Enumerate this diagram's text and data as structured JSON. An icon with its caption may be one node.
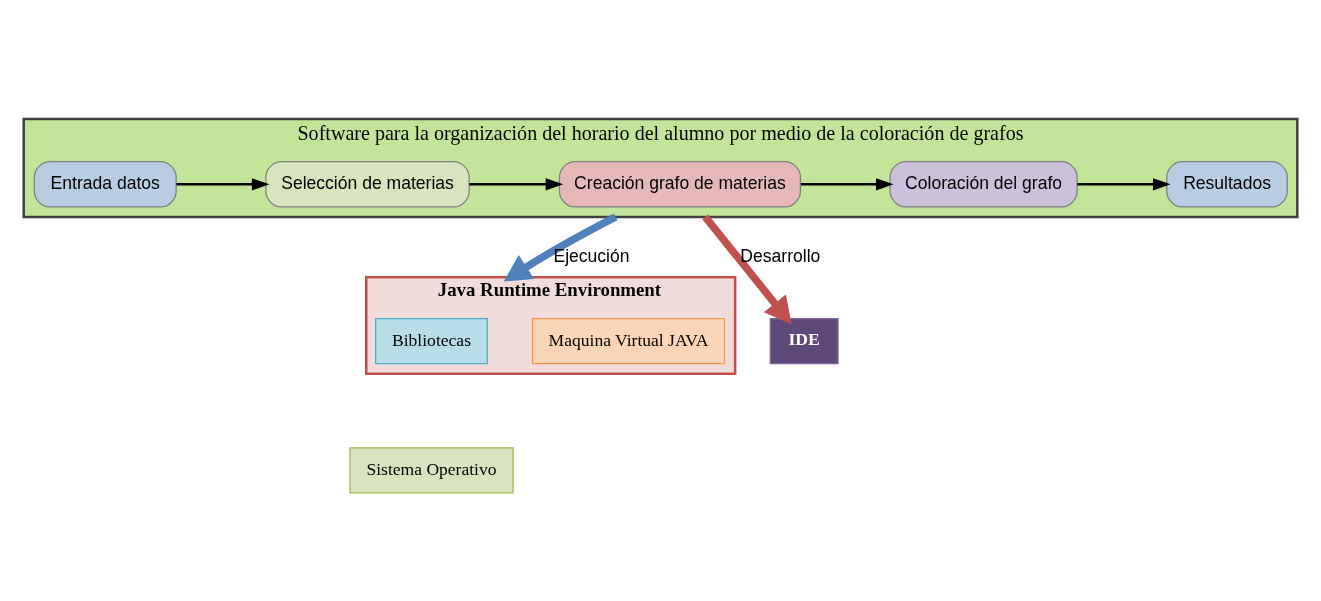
{
  "diagram": {
    "nodes": [
      {
        "text": [
          "Software para la organización del horario del alumno por medio de la coloración de grafos"
        ]
      },
      {
        "text": [
          "Entrada datos"
        ],
        "in": 0
      },
      {
        "text": [
          "Selección de materias"
        ],
        "in": 0
      },
      {
        "text": [
          "Creación grafo de materias"
        ],
        "in": 0
      },
      {
        "text": [
          "Coloración del grafo"
        ],
        "in": 0
      },
      {
        "text": [
          "Resultados"
        ],
        "in": 0
      },
      {
        "text": [
          "Java Runtime Environment"
        ]
      },
      {
        "text": [
          "Maquina Virtual JAVA"
        ],
        "in": 6
      },
      {
        "text": [
          "Bibliotecas"
        ],
        "in": 6
      },
      {
        "text": [
          "IDE"
        ]
      },
      {
        "text": [
          "Sistema Operativo"
        ]
      }
    ],
    "edges": [
      {
        "from": 1,
        "to": 2,
        "arrow": "to"
      },
      {
        "from": 2,
        "to": 3,
        "arrow": "to"
      },
      {
        "from": 3,
        "to": 4,
        "arrow": "to"
      },
      {
        "from": 4,
        "to": 5,
        "arrow": "to"
      },
      {
        "from": 0,
        "to": 6,
        "arrow": "to",
        "label": "Ejecución",
        "style": "thick",
        "color": "#4f81bd"
      },
      {
        "from": 0,
        "to": 9,
        "arrow": "to",
        "label": "Desarrollo",
        "style": "thick",
        "color": "#c0504d"
      }
    ]
  }
}
